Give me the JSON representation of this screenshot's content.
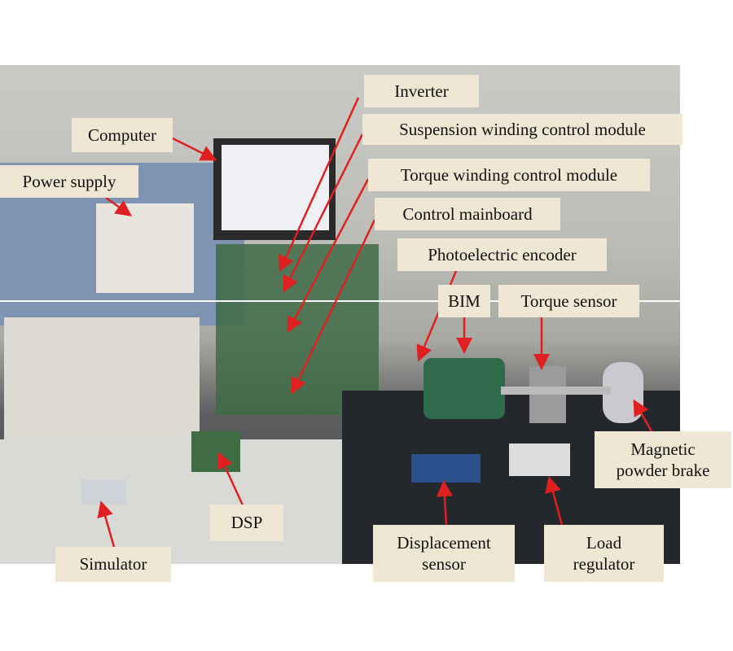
{
  "labels": {
    "inverter": "Inverter",
    "computer": "Computer",
    "suspension": "Suspension winding control module",
    "power_supply": "Power supply",
    "torque_winding": "Torque winding control module",
    "control_mainboard": "Control mainboard",
    "encoder": "Photoelectric encoder",
    "bim": "BIM",
    "torque_sensor": "Torque sensor",
    "brake_line1": "Magnetic",
    "brake_line2": "powder brake",
    "dsp": "DSP",
    "displacement_line1": "Displacement",
    "displacement_line2": "sensor",
    "load_line1": "Load",
    "load_line2": "regulator",
    "simulator": "Simulator"
  },
  "colors": {
    "arrow": "#e02020",
    "label_bg": "#efe6d4"
  }
}
